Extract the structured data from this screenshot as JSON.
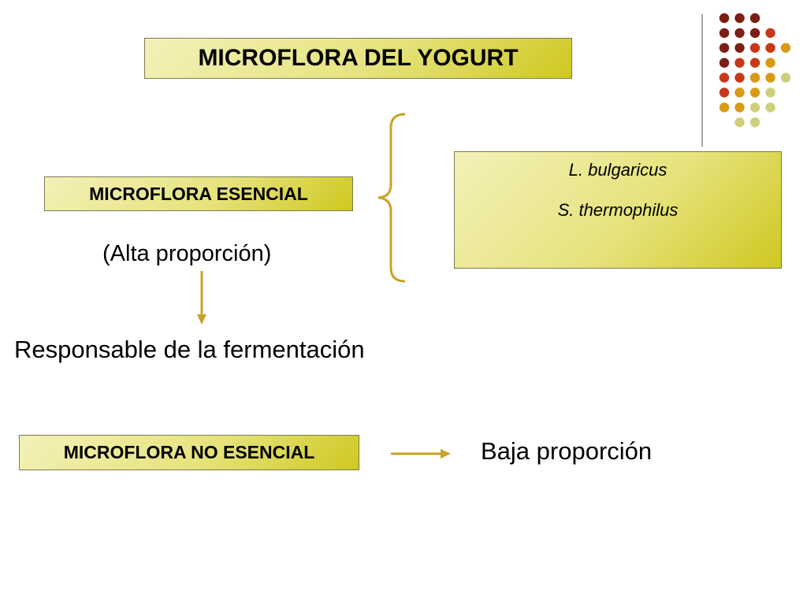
{
  "title": "MICROFLORA DEL YOGURT",
  "esencial": {
    "label": "MICROFLORA ESENCIAL",
    "note": "(Alta proporción)",
    "result": "Responsable de la fermentación",
    "species": [
      "L. bulgaricus",
      "S. thermophilus"
    ]
  },
  "no_esencial": {
    "label": "MICROFLORA NO ESENCIAL",
    "result": "Baja proporción"
  },
  "colors": {
    "box_fill_light": "#f3f1b8",
    "box_fill_dark": "#cfc820",
    "arrow": "#c9a227",
    "brace": "#c9a227",
    "dots": [
      "#7b1e14",
      "#c7391a",
      "#d99a15",
      "#cfcf7a"
    ]
  }
}
